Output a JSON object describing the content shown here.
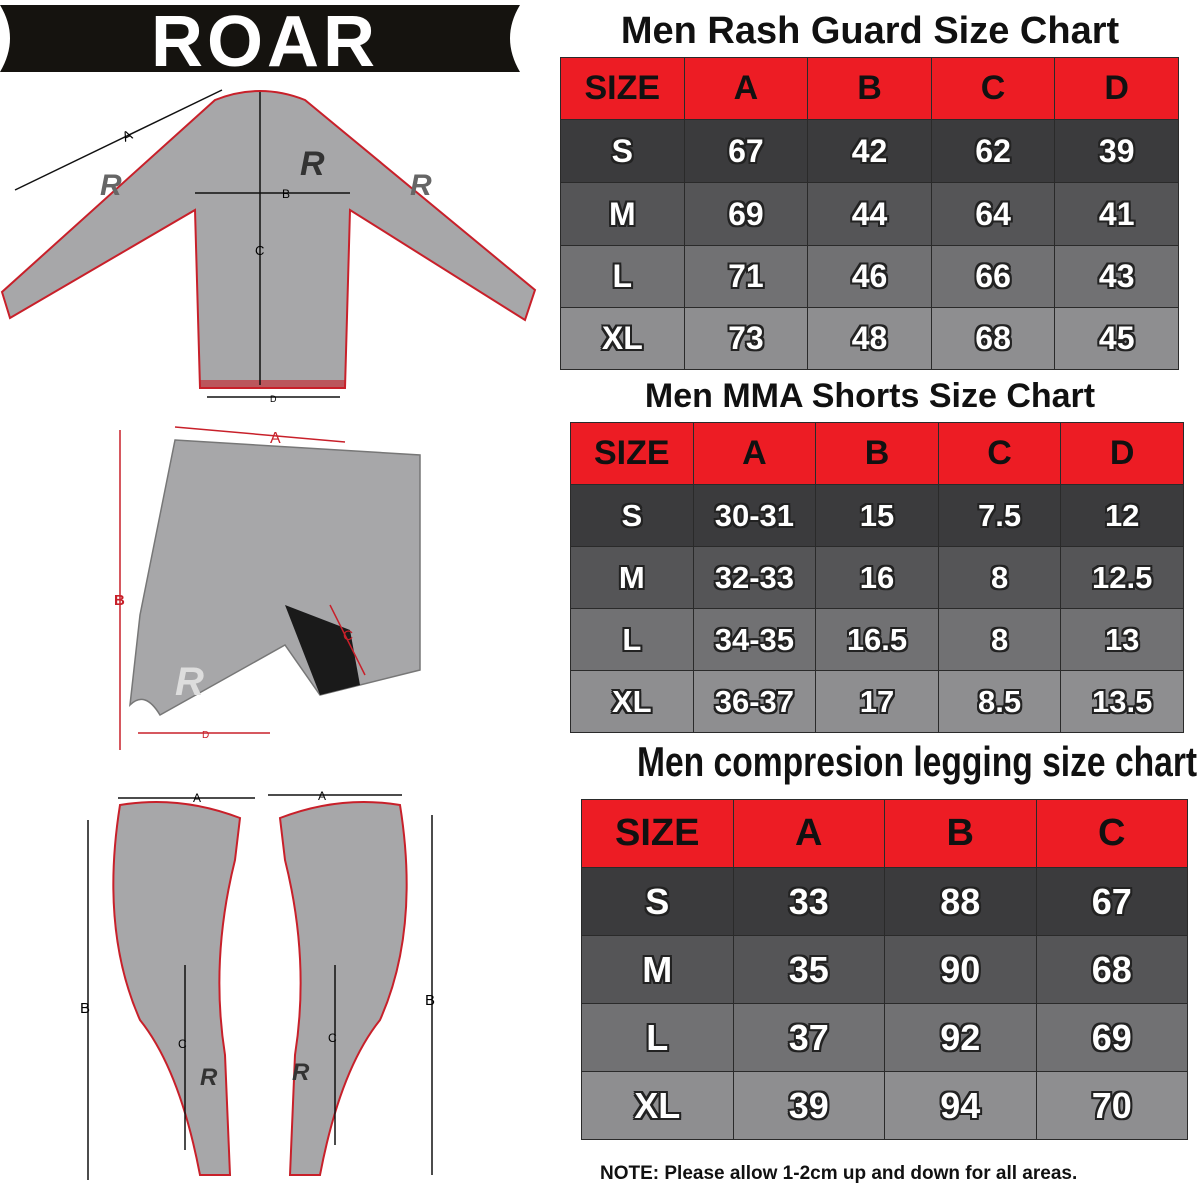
{
  "brand": {
    "logo": "ROAR"
  },
  "colors": {
    "header": "#ed1c24",
    "row_s": "#3b3b3d",
    "row_m": "#555557",
    "row_l": "#717173",
    "row_xl": "#8e8e90",
    "garment": "#a7a7a9",
    "trim": "#c8202a"
  },
  "diagram_labels": {
    "a": "A",
    "b": "B",
    "c": "C",
    "d": "D"
  },
  "rash_guard": {
    "title": "Men Rash Guard Size Chart",
    "headers": [
      "SIZE",
      "A",
      "B",
      "C",
      "D"
    ],
    "rows": [
      [
        "S",
        "67",
        "42",
        "62",
        "39"
      ],
      [
        "M",
        "69",
        "44",
        "64",
        "41"
      ],
      [
        "L",
        "71",
        "46",
        "66",
        "43"
      ],
      [
        "XL",
        "73",
        "48",
        "68",
        "45"
      ]
    ]
  },
  "shorts": {
    "title": "Men MMA Shorts Size Chart",
    "headers": [
      "SIZE",
      "A",
      "B",
      "C",
      "D"
    ],
    "rows": [
      [
        "S",
        "30-31",
        "15",
        "7.5",
        "12"
      ],
      [
        "M",
        "32-33",
        "16",
        "8",
        "12.5"
      ],
      [
        "L",
        "34-35",
        "16.5",
        "8",
        "13"
      ],
      [
        "XL",
        "36-37",
        "17",
        "8.5",
        "13.5"
      ]
    ]
  },
  "legging": {
    "title": "Men compresion legging size chart",
    "headers": [
      "SIZE",
      "A",
      "B",
      "C"
    ],
    "rows": [
      [
        "S",
        "33",
        "88",
        "67"
      ],
      [
        "M",
        "35",
        "90",
        "68"
      ],
      [
        "L",
        "37",
        "92",
        "69"
      ],
      [
        "XL",
        "39",
        "94",
        "70"
      ]
    ]
  },
  "note": "NOTE: Please allow 1-2cm up and down for all areas."
}
